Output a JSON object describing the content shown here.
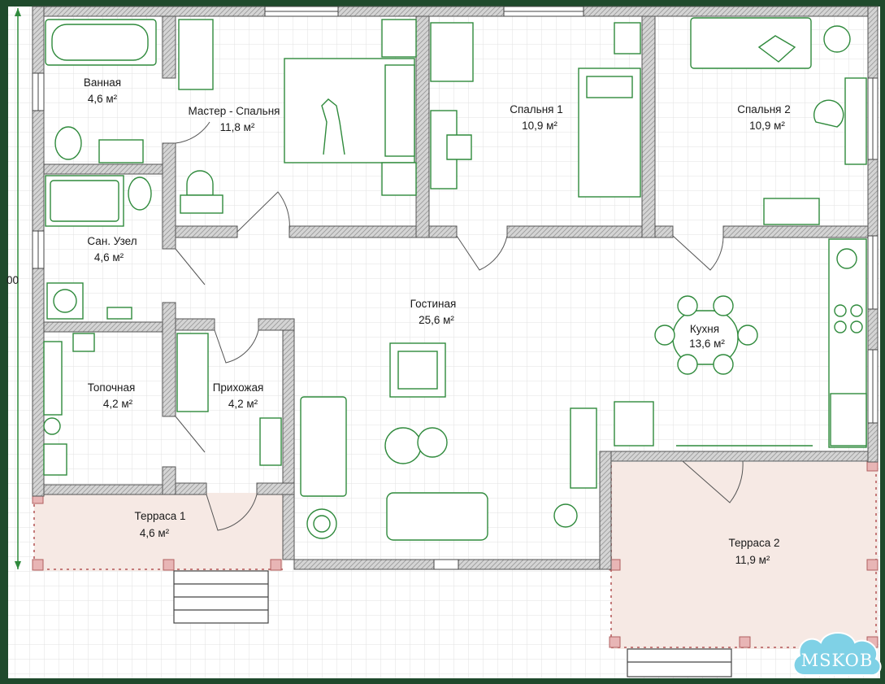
{
  "plan": {
    "dimension_fragment": "00",
    "watermark": "MSKOB",
    "rooms": [
      {
        "id": "bathroom",
        "name": "Ванная",
        "area": "4,6 м²"
      },
      {
        "id": "master-bedroom",
        "name": "Мастер - Спальня",
        "area": "11,8 м²"
      },
      {
        "id": "bedroom-1",
        "name": "Спальня 1",
        "area": "10,9 м²"
      },
      {
        "id": "bedroom-2",
        "name": "Спальня 2",
        "area": "10,9 м²"
      },
      {
        "id": "wc",
        "name": "Сан. Узел",
        "area": "4,6 м²"
      },
      {
        "id": "living-room",
        "name": "Гостиная",
        "area": "25,6 м²"
      },
      {
        "id": "kitchen",
        "name": "Кухня",
        "area": "13,6 м²"
      },
      {
        "id": "boiler-room",
        "name": "Топочная",
        "area": "4,2 м²"
      },
      {
        "id": "hallway",
        "name": "Прихожая",
        "area": "4,2 м²"
      },
      {
        "id": "terrace-1",
        "name": "Терраса 1",
        "area": "4,6 м²"
      },
      {
        "id": "terrace-2",
        "name": "Терраса 2",
        "area": "11,9 м²"
      }
    ]
  },
  "colors": {
    "frame": "#1f4a2c",
    "wall_fill": "#cfcfcf",
    "furniture_stroke": "#2f8a3c",
    "terrace_fill": "#f6e9e4",
    "post_fill": "#e8b5b5",
    "grid_line": "#e4e4e4"
  }
}
